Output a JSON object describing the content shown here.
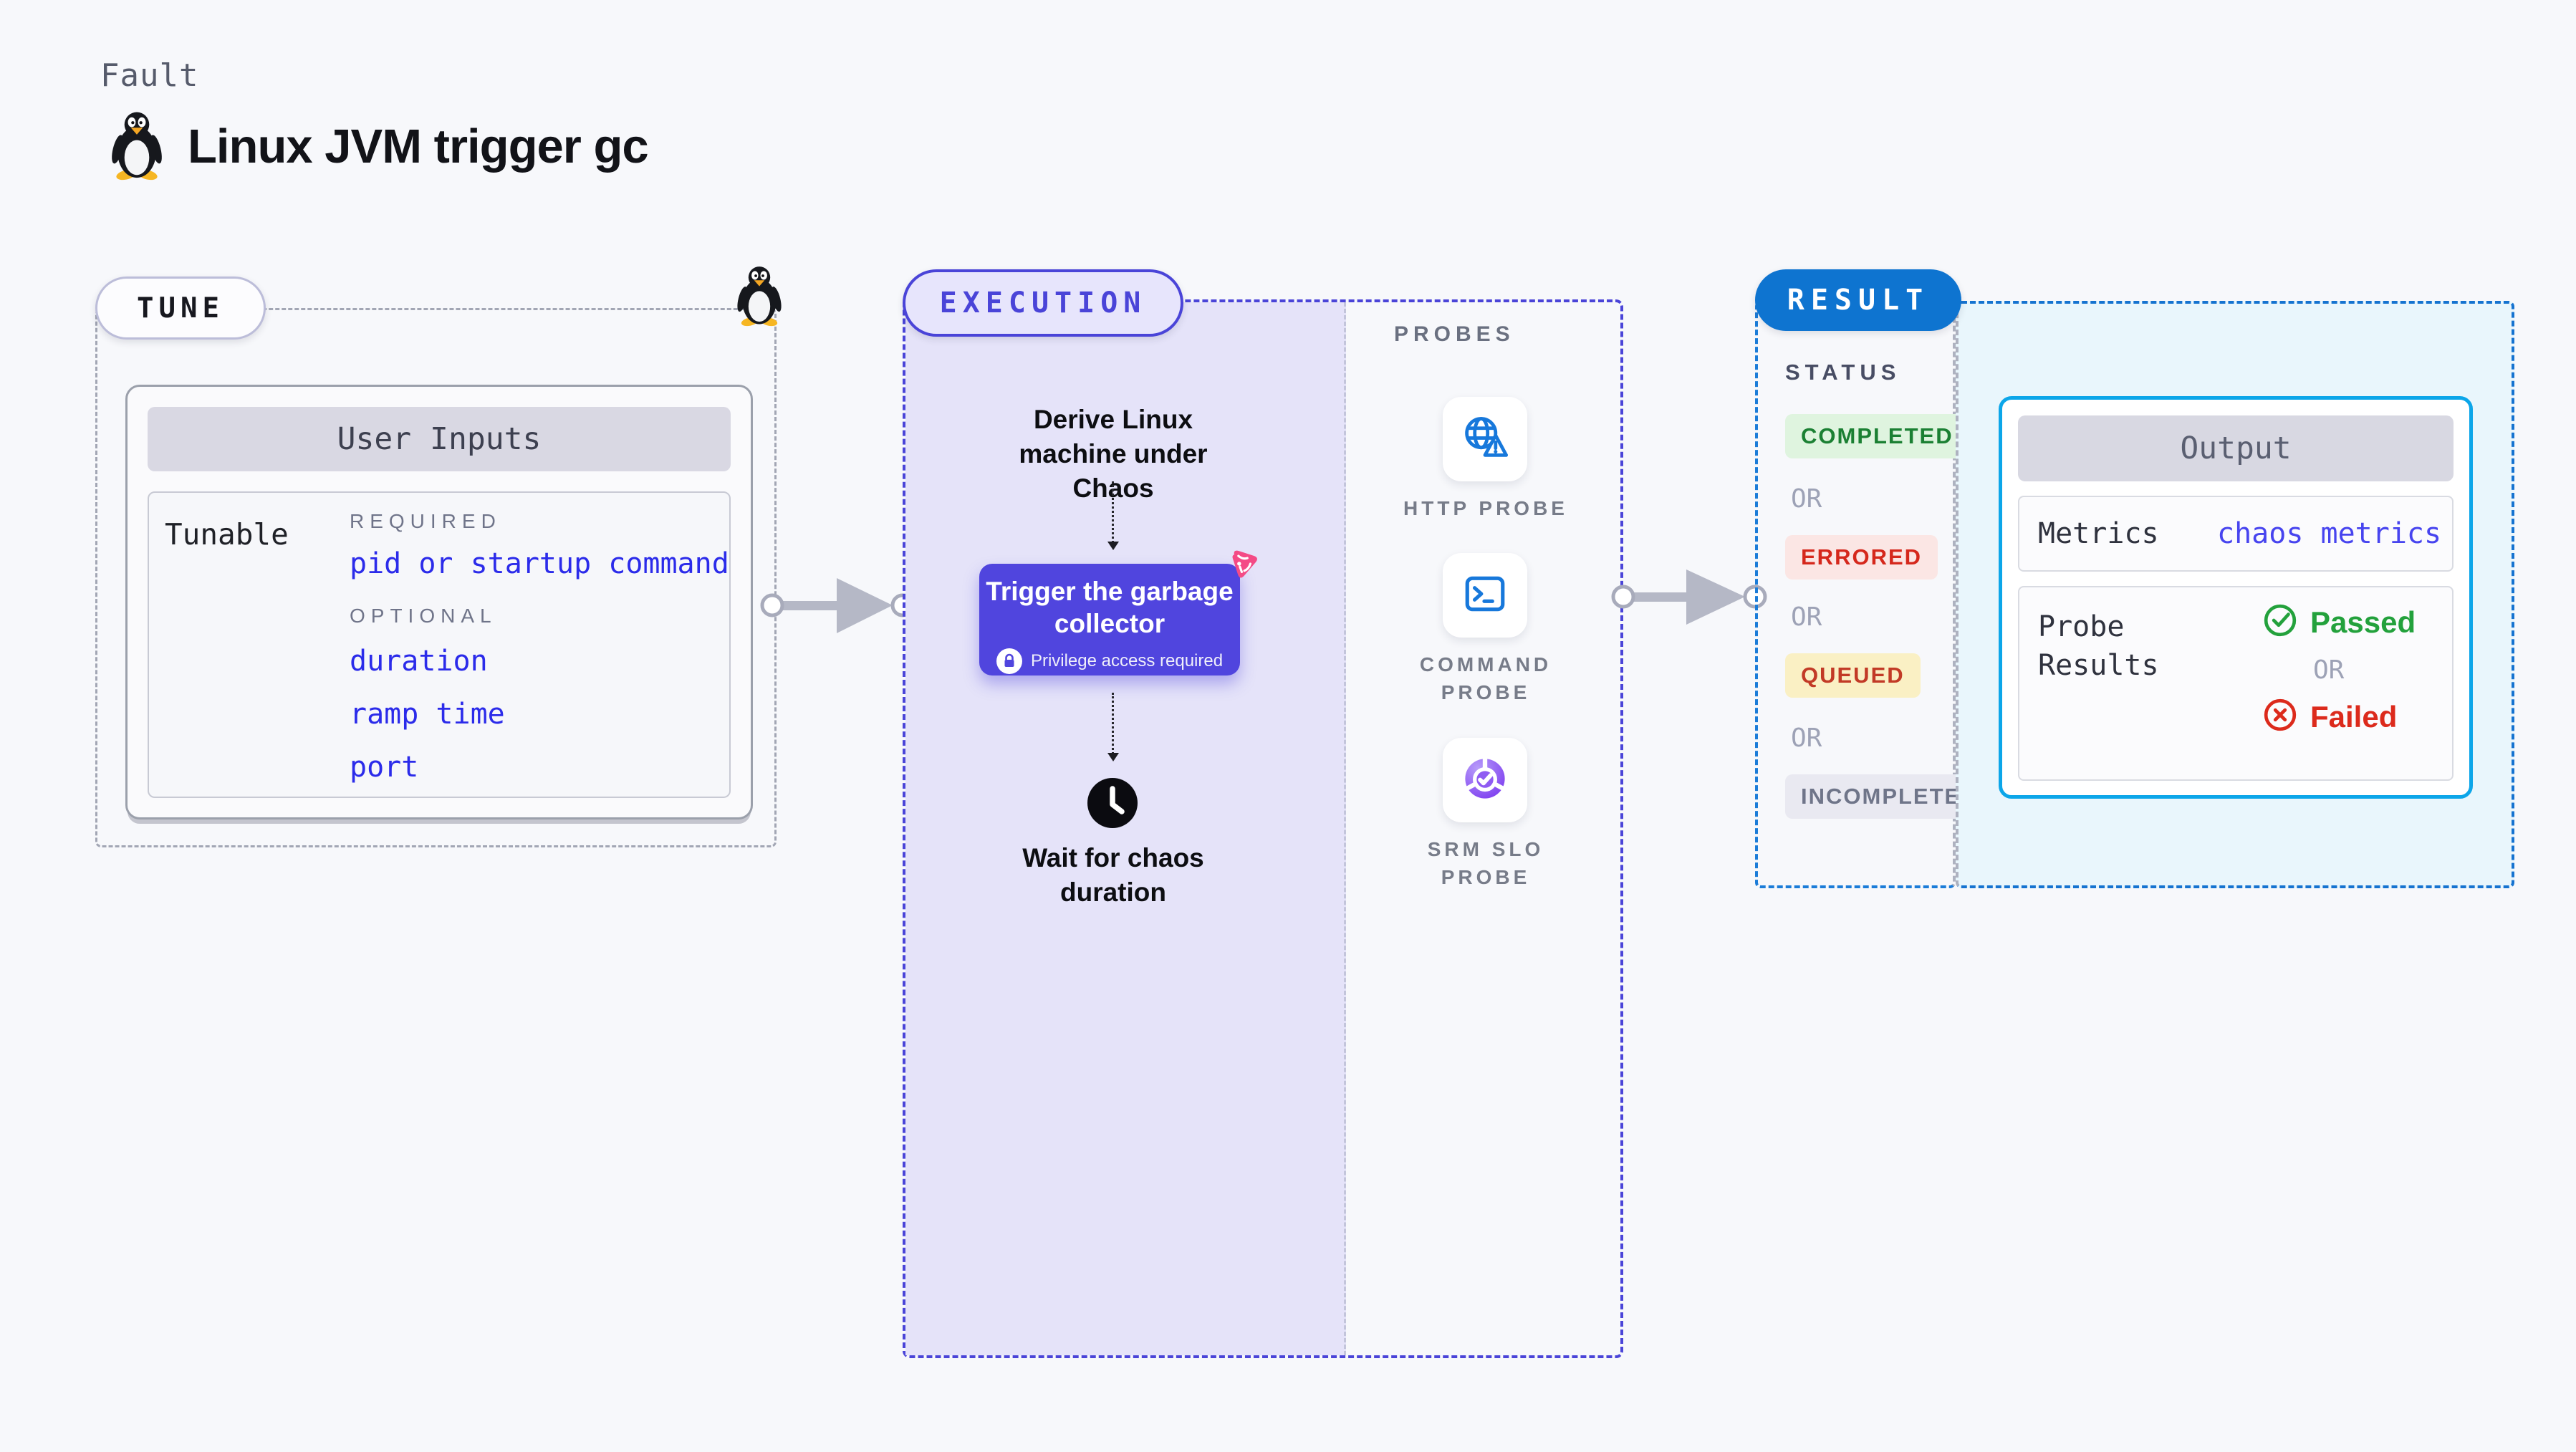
{
  "page": {
    "kicker": "Fault",
    "title": "Linux JVM trigger gc",
    "background_color": "#F7F8FB"
  },
  "tune": {
    "badge": "TUNE",
    "user_inputs": {
      "title": "User Inputs",
      "row_label": "Tunable",
      "required_label": "REQUIRED",
      "required_items": [
        "pid or startup command"
      ],
      "optional_label": "OPTIONAL",
      "optional_items": [
        "duration",
        "ramp time",
        "port"
      ],
      "link_color": "#2B2BEA"
    }
  },
  "execution": {
    "badge": "EXECUTION",
    "accent_color": "#4A44D8",
    "panel_fill_color": "#E5E3F9",
    "steps": {
      "derive": "Derive Linux machine under Chaos",
      "node_title": "Trigger the garbage collector",
      "node_note": "Privilege access required",
      "wait": "Wait for chaos duration"
    },
    "node_color": "#5045DE",
    "probes": {
      "label": "PROBES",
      "items": [
        {
          "label": "HTTP PROBE",
          "icon": "globe-alert-icon"
        },
        {
          "label": "COMMAND PROBE",
          "icon": "terminal-icon"
        },
        {
          "label": "SRM SLO PROBE",
          "icon": "slo-donut-icon"
        }
      ]
    }
  },
  "result": {
    "badge": "RESULT",
    "badge_color": "#0E74D0",
    "border_color": "#1B7CD8",
    "status_label": "STATUS",
    "or_label": "OR",
    "statuses": [
      {
        "label": "COMPLETED",
        "fg": "#1B8033",
        "bg": "#DFF4DF"
      },
      {
        "label": "ERRORED",
        "fg": "#D5281C",
        "bg": "#FBE6E4"
      },
      {
        "label": "QUEUED",
        "fg": "#C23A26",
        "bg": "#FAF0C4"
      },
      {
        "label": "INCOMPLETED",
        "fg": "#6F7589",
        "bg": "#E9E9F1"
      }
    ],
    "output": {
      "title": "Output",
      "metrics_label": "Metrics",
      "metrics_value": "chaos metrics",
      "probe_results_label": "Probe Results",
      "passed_label": "Passed",
      "or_label": "OR",
      "failed_label": "Failed",
      "passed_color": "#23A13C",
      "failed_color": "#DC2A1C",
      "box_border_color": "#0CA6E9",
      "region_fill_color": "#E9F6FC"
    }
  }
}
